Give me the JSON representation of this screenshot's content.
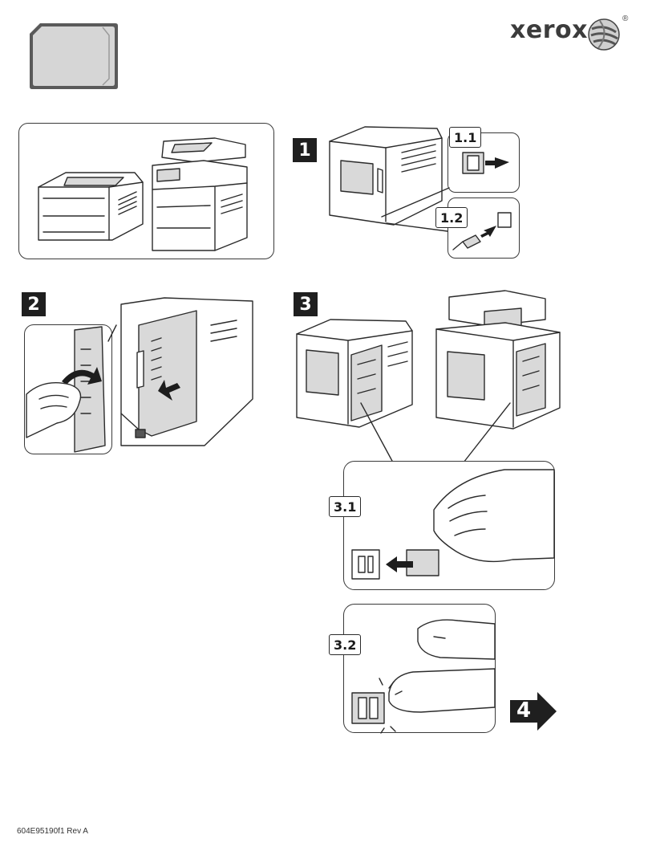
{
  "brand": {
    "name": "xerox",
    "registered": "®"
  },
  "steps": {
    "step1": "1",
    "step1_1": "1.1",
    "step1_2": "1.2",
    "step2": "2",
    "step3": "3",
    "step3_1": "3.1",
    "step3_2": "3.2",
    "next": "4"
  },
  "footer": {
    "doc_code": "604E95190f1 Rev A"
  },
  "colors": {
    "ink": "#1f1f1f",
    "card_fill": "#d9d9d9",
    "outline": "#3a3a3a"
  },
  "icons": [
    "memory-card-icon",
    "xerox-sphere-icon",
    "next-arrow-icon",
    "push-arrow-icon"
  ]
}
